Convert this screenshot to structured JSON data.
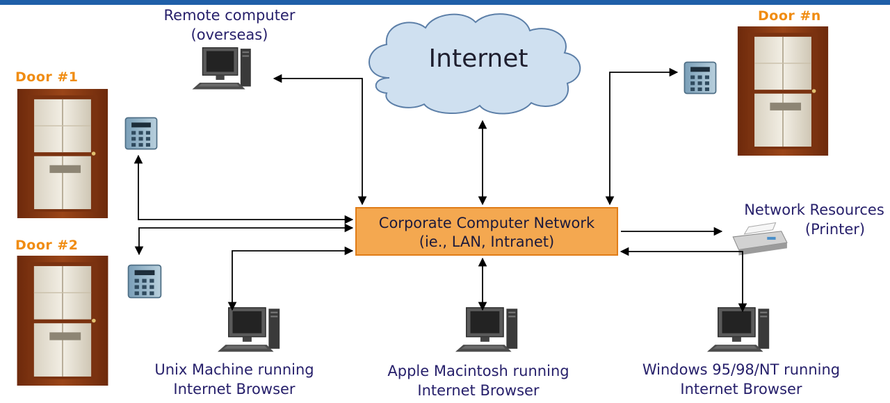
{
  "colors": {
    "arrow": "#000000",
    "label": "#27206b",
    "door_title": "#f08c12",
    "network_box_fill": "#f4a850",
    "network_box_border": "#e07d18",
    "cloud_fill": "#cfe0f0",
    "cloud_border": "#5c7fa8",
    "door_wood": "#8a3a14",
    "top_bar": "#1f5fa8"
  },
  "nodes": {
    "internet": {
      "label": "Internet",
      "icon": "cloud-icon"
    },
    "corporate_network": {
      "line1": "Corporate Computer Network",
      "line2": "(ie., LAN, Intranet)"
    },
    "remote_computer": {
      "line1": "Remote computer",
      "line2": "(overseas)",
      "icon": "computer-icon"
    },
    "network_resources": {
      "line1": "Network Resources",
      "line2": "(Printer)",
      "icon": "printer-icon"
    },
    "unix": {
      "line1": "Unix Machine running",
      "line2": "Internet Browser",
      "icon": "computer-icon"
    },
    "mac": {
      "line1": "Apple Macintosh running",
      "line2": "Internet Browser",
      "icon": "computer-icon"
    },
    "windows": {
      "line1": "Windows 95/98/NT running",
      "line2": "Internet Browser",
      "icon": "computer-icon"
    }
  },
  "doors": [
    {
      "title": "Door #1",
      "icon": "door-icon",
      "reader_icon": "keypad-icon"
    },
    {
      "title": "Door #2",
      "icon": "door-icon",
      "reader_icon": "keypad-icon"
    },
    {
      "title": "Door #n",
      "icon": "door-icon",
      "reader_icon": "keypad-icon"
    }
  ]
}
